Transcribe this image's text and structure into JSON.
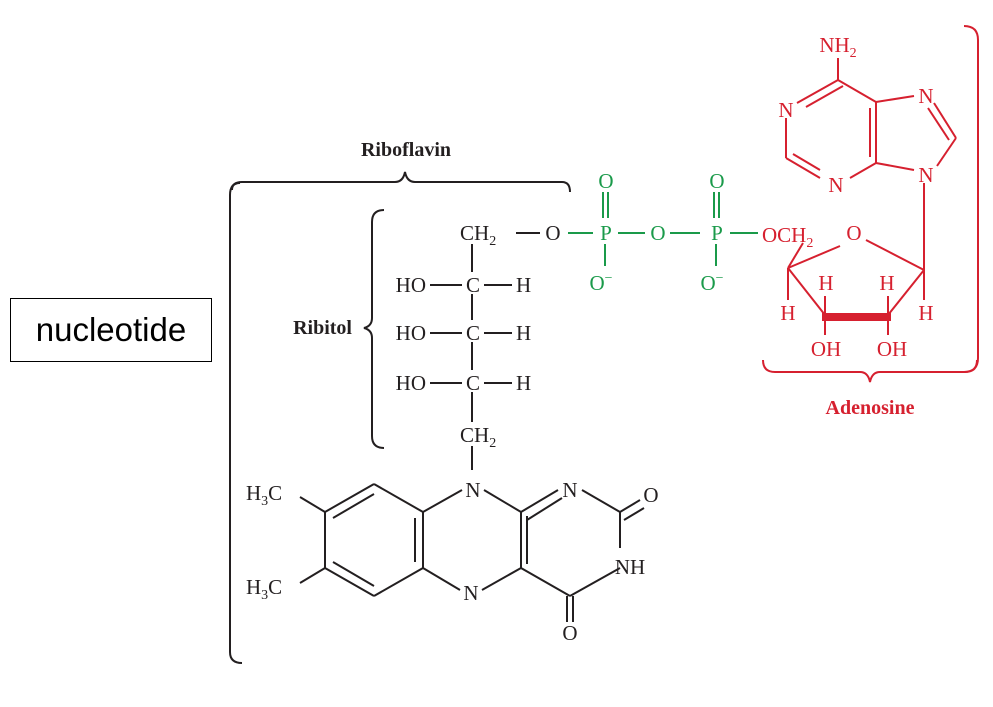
{
  "annotation": {
    "text": "nucleotide"
  },
  "labels": {
    "riboflavin": "Riboflavin",
    "ribitol": "Ribitol",
    "adenosine": "Adenosine"
  },
  "colors": {
    "riboflavin": "#231f20",
    "phosphate": "#1a9a4a",
    "adenosine": "#d6202f"
  },
  "atoms": {
    "nh2": "NH",
    "nh2_sub": "2",
    "n1": "N",
    "n3": "N",
    "n7": "N",
    "n9": "N",
    "ring_o": "O",
    "och2": "OCH",
    "och2_sub": "2",
    "ribose_h1": "H",
    "ribose_h2": "H",
    "ribose_h3": "H",
    "ribose_h4": "H",
    "ribose_oh1": "OH",
    "ribose_oh2": "OH",
    "p1": "P",
    "p2": "P",
    "p1_o_top": "O",
    "p2_o_top": "O",
    "p1_o_minus": "O",
    "p2_o_minus": "O",
    "minus": "−",
    "bridge_o": "O",
    "ester_o": "O",
    "ch2_top": "CH",
    "ch2_top_sub": "2",
    "ch2_bottom": "CH",
    "ch2_bottom_sub": "2",
    "ho1": "HO",
    "ho2": "HO",
    "ho3": "HO",
    "c1": "C",
    "c2": "C",
    "c3": "C",
    "h1": "H",
    "h2": "H",
    "h3": "H",
    "flavin_n10": "N",
    "flavin_n1": "N",
    "flavin_n5": "N",
    "flavin_nh": "NH",
    "flavin_o2": "O",
    "flavin_o4": "O",
    "h3c_1": "H",
    "h3c_1_sub": "3",
    "h3c_1_c": "C",
    "h3c_2": "H",
    "h3c_2_sub": "3",
    "h3c_2_c": "C"
  }
}
